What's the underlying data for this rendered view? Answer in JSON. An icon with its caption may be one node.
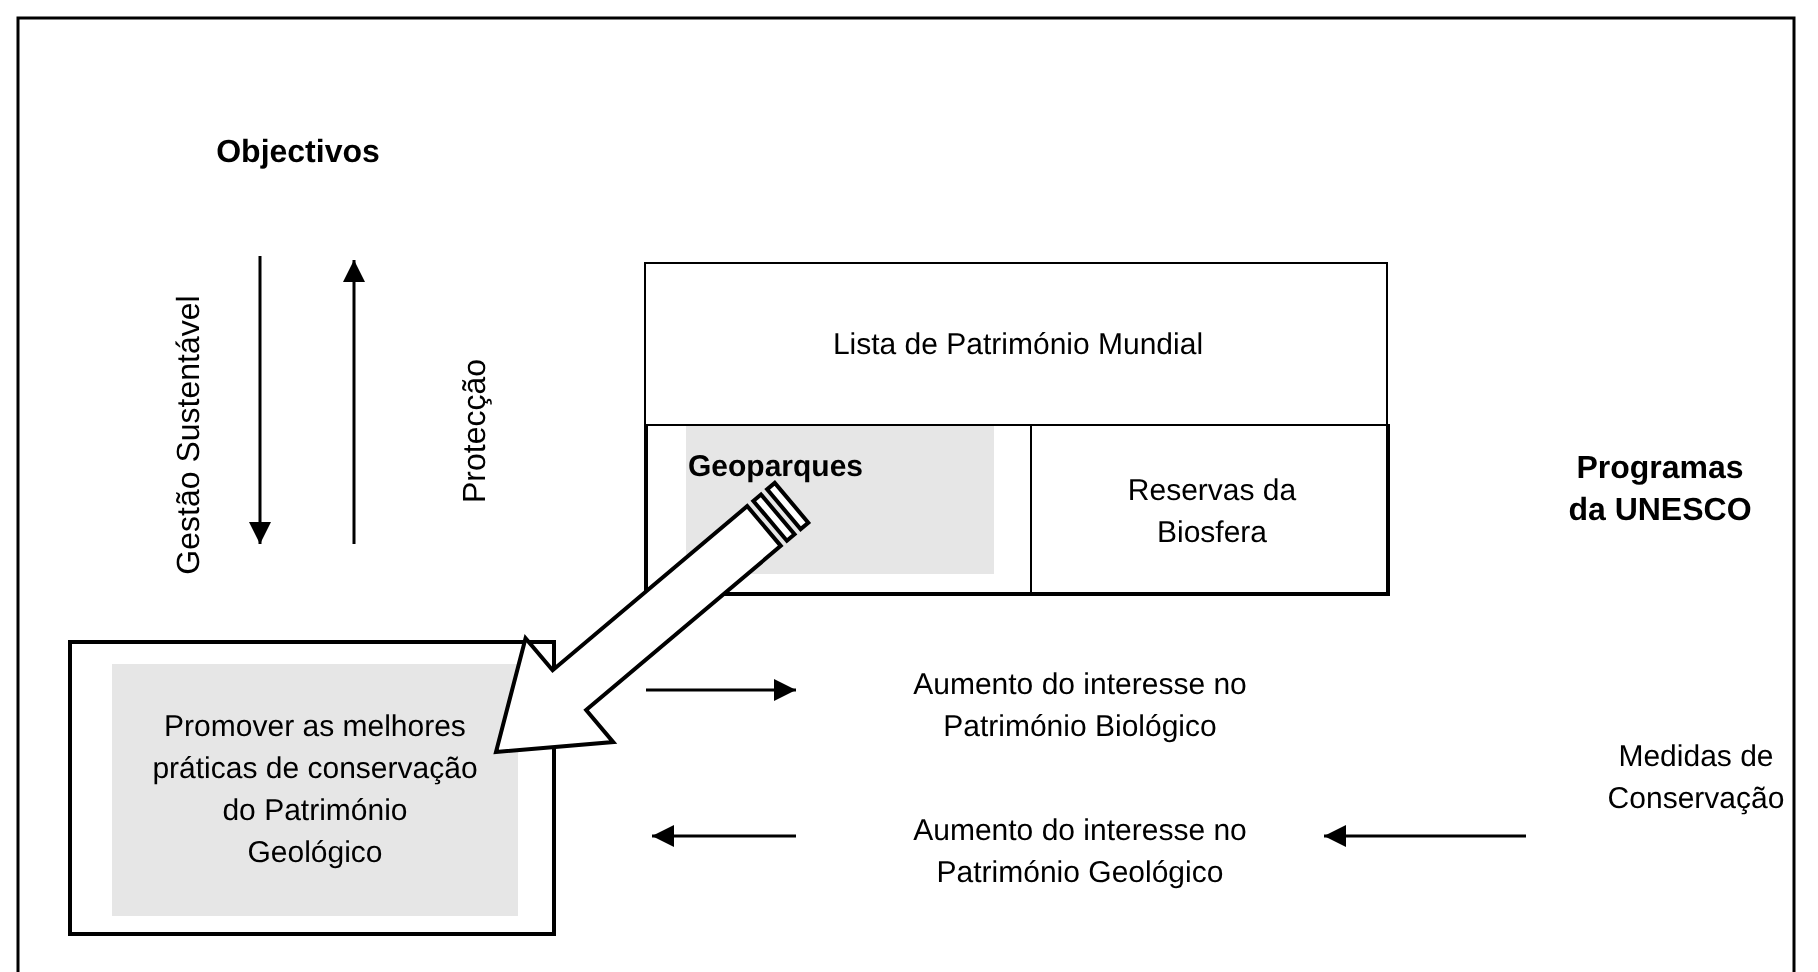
{
  "diagram": {
    "nodes": [
      {
        "text": [
          "Lista de Património Mundial"
        ]
      },
      {
        "text": [
          "Geoparques"
        ],
        "in": 0
      },
      {
        "text": [
          "Reservas da Biosfera"
        ],
        "in": 0
      },
      {
        "text": [
          "Promover as melhores práticas de conservação do Património Geológico"
        ]
      },
      {
        "text": [
          "Aumento do interesse no Património Biológico"
        ]
      },
      {
        "text": [
          "Aumento do interesse no Património Geológico"
        ]
      },
      {
        "text": [
          "Medidas de Conservação"
        ]
      }
    ],
    "edges": [
      {
        "from": 1,
        "to": 3,
        "arrow": "to",
        "style": "thick"
      },
      {
        "from": 3,
        "to": 4,
        "arrow": "to"
      },
      {
        "from": 5,
        "to": 3,
        "arrow": "to"
      },
      {
        "from": 6,
        "to": 5,
        "arrow": "to"
      }
    ],
    "labels": [
      "Objectivos",
      "Gestão Sustentável",
      "Protecção",
      "Programas da UNESCO"
    ]
  }
}
